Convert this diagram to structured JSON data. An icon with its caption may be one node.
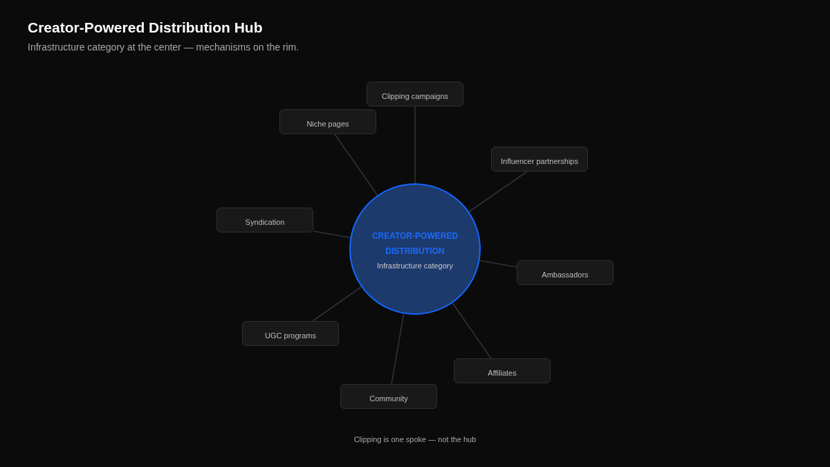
{
  "diagram": {
    "title": "Creator-Powered Distribution Hub",
    "caption": "Clipping is one spoke — not the hub",
    "labels": [
      "Infrastructure category at the center — mechanisms on the rim."
    ],
    "nodes": [
      {
        "text": [
          "CREATOR-POWERED DISTRIBUTION",
          "Infrastructure category"
        ]
      },
      {
        "text": [
          "Clipping campaigns"
        ]
      },
      {
        "text": [
          "Niche pages"
        ]
      },
      {
        "text": [
          "Influencer partnerships"
        ]
      },
      {
        "text": [
          "Syndication"
        ]
      },
      {
        "text": [
          "Ambassadors"
        ]
      },
      {
        "text": [
          "UGC programs"
        ]
      },
      {
        "text": [
          "Affiliates"
        ]
      },
      {
        "text": [
          "Community"
        ]
      }
    ],
    "edges": [
      {
        "from": 0,
        "to": 1,
        "arrow": "none"
      },
      {
        "from": 0,
        "to": 2,
        "arrow": "none"
      },
      {
        "from": 0,
        "to": 3,
        "arrow": "none"
      },
      {
        "from": 0,
        "to": 4,
        "arrow": "none"
      },
      {
        "from": 0,
        "to": 5,
        "arrow": "none"
      },
      {
        "from": 0,
        "to": 6,
        "arrow": "none"
      },
      {
        "from": 0,
        "to": 7,
        "arrow": "none"
      },
      {
        "from": 0,
        "to": 8,
        "arrow": "none"
      }
    ]
  }
}
